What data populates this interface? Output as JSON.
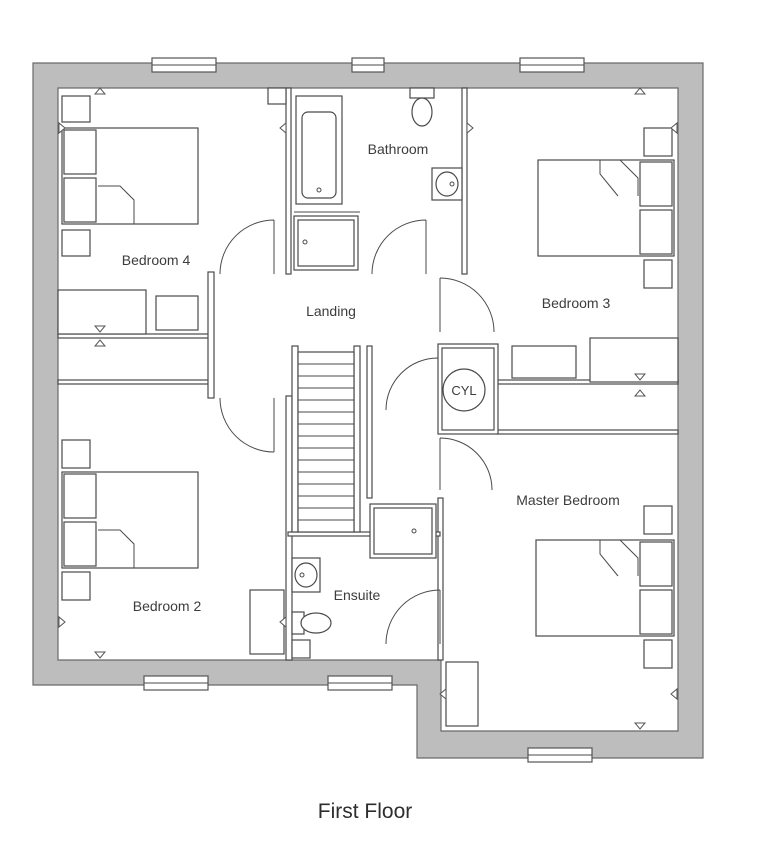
{
  "floor_title": "First Floor",
  "rooms": {
    "bathroom": "Bathroom",
    "bedroom4": "Bedroom 4",
    "landing": "Landing",
    "bedroom3": "Bedroom 3",
    "cylinder": "CYL",
    "master_bedroom": "Master Bedroom",
    "bedroom2": "Bedroom 2",
    "ensuite": "Ensuite"
  },
  "colors": {
    "wall": "#bdbdbd",
    "line": "#4a4a4a",
    "text": "#3c3c3c",
    "background": "#ffffff"
  }
}
